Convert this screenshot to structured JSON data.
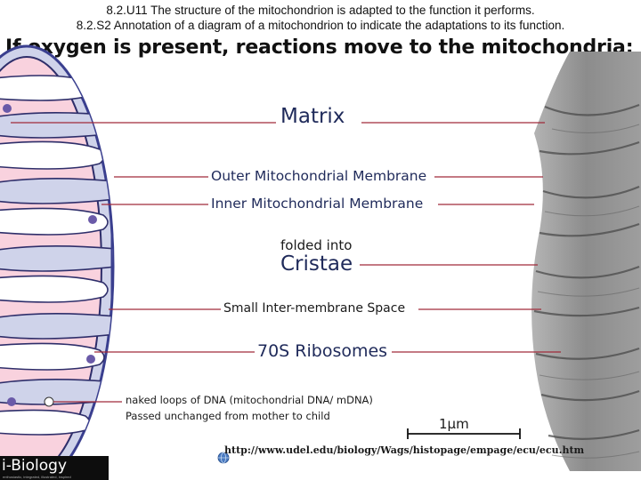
{
  "header": {
    "line1": "8.2.U11 The structure of the mitochondrion is adapted to the function it performs.",
    "line2": "8.2.S2 Annotation of a diagram of a mitochondrion to indicate the adaptations to its function."
  },
  "headline": "If oxygen is present, reactions move to the mitochondria:",
  "labels": {
    "matrix": "Matrix",
    "outer_membrane": "Outer Mitochondrial Membrane",
    "inner_membrane": "Inner Mitochondrial Membrane",
    "folded_into": "folded into",
    "cristae": "Cristae",
    "intermembrane_space": "Small Inter-membrane Space",
    "ribosomes": "70S Ribosomes",
    "dna_line1": "naked loops of DNA (mitochondrial DNA/ mDNA)",
    "dna_line2": "Passed unchanged from mother to child"
  },
  "scale_bar": "1µm",
  "source_url": "http://www.udel.edu/biology/Wags/histopage/empage/ecu/ecu.htm",
  "logo": {
    "name": "i-Biology",
    "tagline": "enthusiastic, integrated, illustrated, inspired"
  },
  "colors": {
    "membrane_outer": "#3a3f8f",
    "intermembrane": "#cfd3ea",
    "matrix_fill": "#f9d2de",
    "ribosome": "#6a5aa8",
    "pointer_line": "#a02a3a",
    "micrograph": "#8a8a8a"
  }
}
